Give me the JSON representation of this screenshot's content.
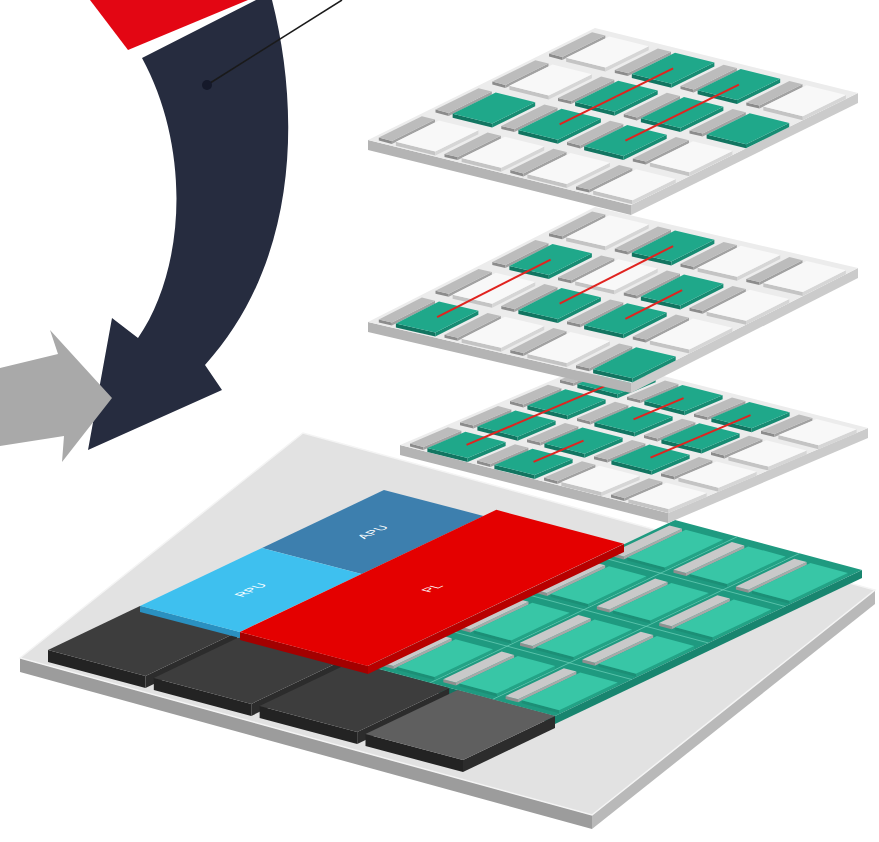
{
  "diagram": {
    "nodes": [
      {
        "text": [
          "APU"
        ]
      },
      {
        "text": [
          "RPU"
        ]
      },
      {
        "text": [
          "PL"
        ]
      }
    ]
  }
}
